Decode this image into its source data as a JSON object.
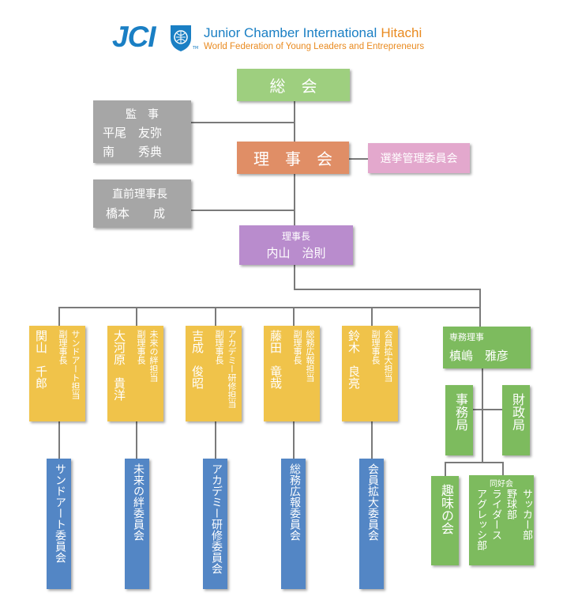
{
  "header": {
    "logo_text": "JCI",
    "logo_tm": "TM",
    "org_name": "Junior Chamber International",
    "org_city": "Hitachi",
    "tagline": "World Federation of Young Leaders and Entrepreneurs"
  },
  "colors": {
    "jci_blue": "#1a7fc4",
    "hitachi_orange": "#e98a1f"
  },
  "general_assembly": "総　会",
  "board": "理　事　会",
  "election_committee": "選挙管理委員会",
  "auditors": {
    "title": "監　事",
    "names": [
      "平尾　友弥",
      "南　　秀典"
    ]
  },
  "past_president": {
    "title": "直前理事長",
    "name": "橋本　　成"
  },
  "president": {
    "title": "理事長",
    "name": "内山　治則"
  },
  "vice_presidents": [
    {
      "name": "関山　千郎",
      "role": "副理事長",
      "charge": "サンドアート担当",
      "committee": "サンドアート委員会"
    },
    {
      "name": "大河原　貴洋",
      "role": "副理事長",
      "charge": "未来の絆担当",
      "committee": "未来の絆委員会"
    },
    {
      "name": "吉成　俊昭",
      "role": "副理事長",
      "charge": "アカデミー研修担当",
      "committee": "アカデミー研修委員会"
    },
    {
      "name": "藤田　竜哉",
      "role": "副理事長",
      "charge": "総務広報担当",
      "committee": "総務広報委員会"
    },
    {
      "name": "鈴木　良亮",
      "role": "副理事長",
      "charge": "会員拡大担当",
      "committee": "会員拡大委員会"
    }
  ],
  "executive_director": {
    "title": "専務理事",
    "name": "槙嶋　雅彦",
    "offices": [
      "事務局",
      "財政局"
    ]
  },
  "hobby": {
    "title": "趣味の会",
    "clubs_header": "同好会",
    "clubs": [
      "サッカー部",
      "野球部",
      "ライダース",
      "アグレッシ部"
    ]
  }
}
